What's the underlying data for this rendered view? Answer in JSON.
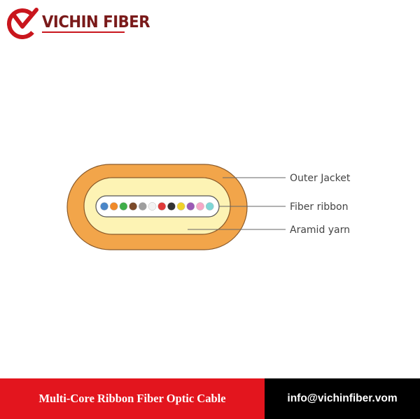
{
  "brand": {
    "name": "VICHIN FIBER",
    "color": "#c9161d"
  },
  "diagram": {
    "labels": {
      "outer_jacket": "Outer Jacket",
      "fiber_ribbon": "Fiber ribbon",
      "aramid_yarn": "Aramid yarn"
    },
    "colors": {
      "outer_jacket": "#f2a54a",
      "aramid_yarn": "#fdf3b4",
      "ribbon_fill": "#ffffff"
    },
    "fiber_colors": [
      "#4a86c8",
      "#f08a2a",
      "#3fae49",
      "#7b4a2a",
      "#9e9e9e",
      "#f2f2f2",
      "#e03a3a",
      "#333333",
      "#f0d22a",
      "#9b59b6",
      "#f6a7c6",
      "#7fd6d6"
    ]
  },
  "footer": {
    "title": "Multi-Core Ribbon Fiber Optic Cable",
    "email": "info@vichinfiber.vom",
    "left_color": "#e3151e",
    "right_color": "#000000"
  }
}
